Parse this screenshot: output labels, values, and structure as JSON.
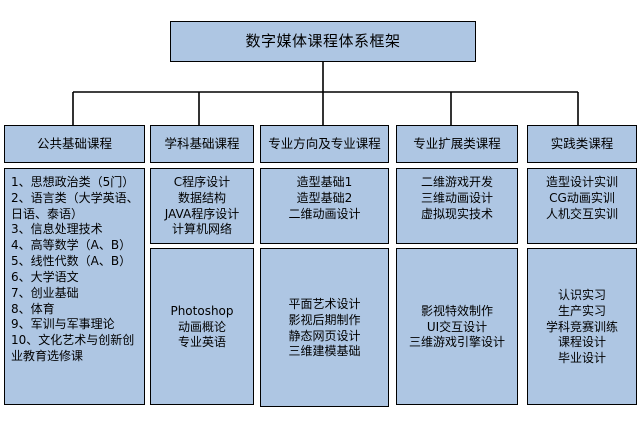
{
  "diagram": {
    "type": "tree-org-chart",
    "title": "数字媒体课程体系框架",
    "palette": {
      "node_fill": "#aec6e3",
      "node_border": "#000000",
      "text": "#000000",
      "connector": "#000000",
      "background": "#ffffff"
    },
    "root": {
      "label": "数字媒体课程体系框架"
    },
    "columns": [
      {
        "header": "公共基础课程",
        "boxes": [
          {
            "align": "left",
            "text": "1、思想政治类（5门）\n2、语言类（大学英语、日语、泰语）\n3、信息处理技术\n4、高等数学（A、B）\n5、线性代数（A、B）\n6、大学语文\n7、创业基础\n8、体育\n9、军训与军事理论\n10、文化艺术与创新创业教育选修课"
          }
        ]
      },
      {
        "header": "学科基础课程",
        "boxes": [
          {
            "align": "center",
            "text": "C程序设计\n数据结构\nJAVA程序设计\n计算机网络"
          },
          {
            "align": "center",
            "text": "Photoshop\n动画概论\n专业英语"
          }
        ]
      },
      {
        "header": "专业方向及专业课程",
        "boxes": [
          {
            "align": "center",
            "text": "造型基础1\n造型基础2\n二维动画设计"
          },
          {
            "align": "center",
            "text": "平面艺术设计\n影视后期制作\n静态网页设计\n三维建模基础"
          }
        ]
      },
      {
        "header": "专业扩展类课程",
        "boxes": [
          {
            "align": "center",
            "text": "二维游戏开发\n三维动画设计\n虚拟现实技术"
          },
          {
            "align": "center",
            "text": "影视特效制作\nUI交互设计\n三维游戏引擎设计"
          }
        ]
      },
      {
        "header": "实践类课程",
        "boxes": [
          {
            "align": "center",
            "text": "造型设计实训\nCG动画实训\n人机交互实训"
          },
          {
            "align": "center",
            "text": "认识实习\n生产实习\n学科竞赛训练\n课程设计\n毕业设计"
          }
        ]
      }
    ]
  }
}
